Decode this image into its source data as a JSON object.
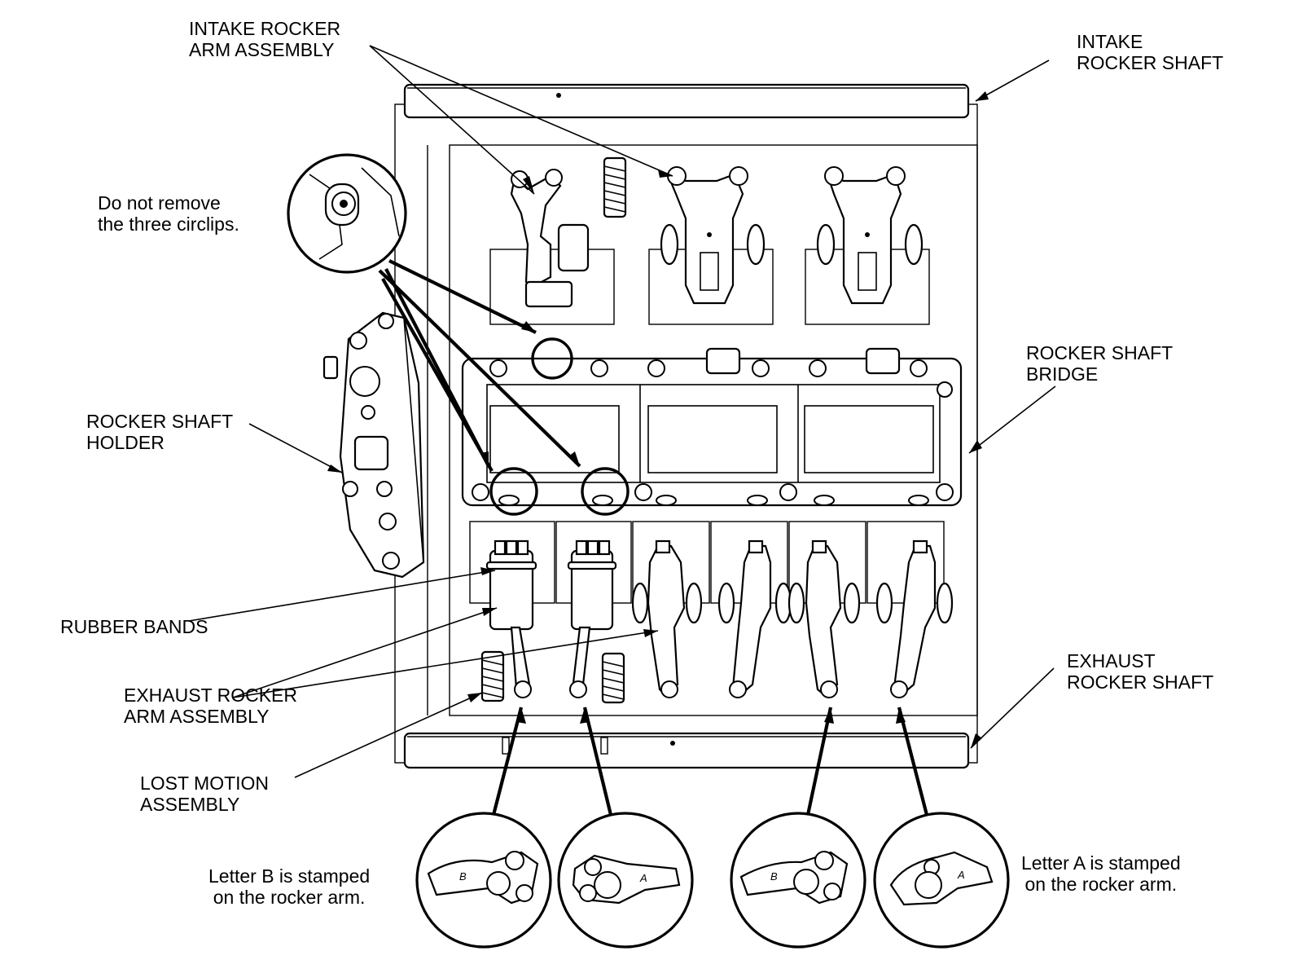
{
  "labels": {
    "intake_rocker_arm_assembly": [
      "INTAKE ROCKER",
      "ARM ASSEMBLY"
    ],
    "intake_rocker_shaft": [
      "INTAKE",
      "ROCKER SHAFT"
    ],
    "do_not_remove": [
      "Do not remove",
      "the three circlips."
    ],
    "rocker_shaft_bridge": [
      "ROCKER SHAFT",
      "BRIDGE"
    ],
    "rocker_shaft_holder": [
      "ROCKER SHAFT",
      "HOLDER"
    ],
    "rubber_bands": [
      "RUBBER BANDS"
    ],
    "exhaust_rocker_arm_assembly": [
      "EXHAUST ROCKER",
      "ARM ASSEMBLY"
    ],
    "exhaust_rocker_shaft": [
      "EXHAUST",
      "ROCKER SHAFT"
    ],
    "lost_motion_assembly": [
      "LOST MOTION",
      "ASSEMBLY"
    ],
    "letter_b_note": [
      "Letter B is stamped",
      "on the rocker arm."
    ],
    "letter_a_note": [
      "Letter A is stamped",
      "on the rocker arm."
    ]
  },
  "stamp_letters": {
    "b": "B",
    "a": "A"
  }
}
